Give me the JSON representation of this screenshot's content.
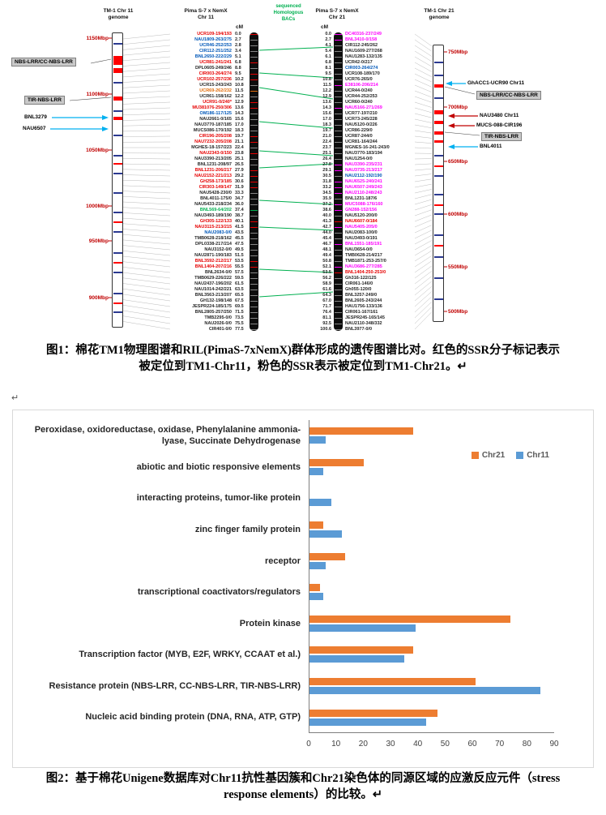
{
  "figure1": {
    "left_genome": {
      "title": "TM-1 Chr 11",
      "subtitle": "genome",
      "scale_labels": [
        "1150Mbp",
        "1100Mbp",
        "1050Mbp",
        "1000Mbp",
        "950Mbp",
        "900Mbp"
      ],
      "bands": [
        {
          "t": 28,
          "h": 11,
          "c": "#ff0000"
        },
        {
          "t": 43,
          "h": 6,
          "c": "#ff0000"
        },
        {
          "t": 78,
          "h": 5,
          "c": "#ff0000"
        },
        {
          "t": 103,
          "h": 4,
          "c": "#ff0000"
        },
        {
          "t": 12,
          "h": 2,
          "c": "#2b3990"
        },
        {
          "t": 60,
          "h": 2,
          "c": "#2b3990"
        },
        {
          "t": 95,
          "h": 2,
          "c": "#2b3990"
        },
        {
          "t": 125,
          "h": 2,
          "c": "#2b3990"
        },
        {
          "t": 150,
          "h": 2,
          "c": "#2b3990"
        },
        {
          "t": 172,
          "h": 2,
          "c": "#2b3990"
        },
        {
          "t": 196,
          "h": 2,
          "c": "#2b3990"
        },
        {
          "t": 220,
          "h": 2,
          "c": "#2b3990"
        },
        {
          "t": 244,
          "h": 2,
          "c": "#2b3990"
        },
        {
          "t": 270,
          "h": 2,
          "c": "#2b3990"
        },
        {
          "t": 294,
          "h": 2,
          "c": "#2b3990"
        },
        {
          "t": 320,
          "h": 2,
          "c": "#2b3990"
        },
        {
          "t": 343,
          "h": 2,
          "c": "#2b3990"
        },
        {
          "t": 160,
          "h": 2,
          "c": "#ff0000"
        },
        {
          "t": 232,
          "h": 2,
          "c": "#ff0000"
        },
        {
          "t": 282,
          "h": 2,
          "c": "#ff0000"
        },
        {
          "t": 332,
          "h": 2,
          "c": "#ff0000"
        }
      ]
    },
    "right_genome": {
      "title": "TM-1 Chr 21",
      "subtitle": "genome",
      "scale_labels": [
        "750Mbp",
        "700Mbp",
        "650Mbp",
        "600Mbp",
        "550Mbp",
        "500Mbp"
      ],
      "bands": [
        {
          "t": 20,
          "h": 2,
          "c": "#2b3990"
        },
        {
          "t": 36,
          "h": 2,
          "c": "#2b3990"
        },
        {
          "t": 48,
          "h": 4,
          "c": "#ff0000"
        },
        {
          "t": 64,
          "h": 2,
          "c": "#2b3990"
        },
        {
          "t": 80,
          "h": 5,
          "c": "#ff0000"
        },
        {
          "t": 93,
          "h": 4,
          "c": "#ff0000"
        },
        {
          "t": 106,
          "h": 4,
          "c": "#ff0000"
        },
        {
          "t": 117,
          "h": 3,
          "c": "#ff0000"
        },
        {
          "t": 135,
          "h": 2,
          "c": "#2b3990"
        },
        {
          "t": 148,
          "h": 2,
          "c": "#ff0000"
        },
        {
          "t": 160,
          "h": 2,
          "c": "#2b3990"
        },
        {
          "t": 183,
          "h": 2,
          "c": "#2b3990"
        },
        {
          "t": 196,
          "h": 2,
          "c": "#ff0000"
        },
        {
          "t": 207,
          "h": 2,
          "c": "#2b3990"
        },
        {
          "t": 233,
          "h": 2,
          "c": "#2b3990"
        },
        {
          "t": 246,
          "h": 2,
          "c": "#ff0000"
        },
        {
          "t": 260,
          "h": 2,
          "c": "#2b3990"
        },
        {
          "t": 286,
          "h": 2,
          "c": "#2b3990"
        },
        {
          "t": 312,
          "h": 2,
          "c": "#2b3990"
        }
      ]
    },
    "chr11_map": {
      "title": "Pima S-7 x NemX",
      "subtitle": "Chr 11",
      "cm_header": "cM",
      "markers": [
        [
          "0.0",
          "UCR109-194/193",
          "red"
        ],
        [
          "2.7",
          "NAU1809-263/275",
          "blue"
        ],
        [
          "2.8",
          "UCR46-252/253",
          "blue"
        ],
        [
          "3.4",
          "CIR112-251/252",
          "blue"
        ],
        [
          "5.1",
          "BNL2650-222/229",
          "blue"
        ],
        [
          "6.8",
          "UCR81-241/241",
          "red"
        ],
        [
          "8.8",
          "DPL0605-249/246",
          "black"
        ],
        [
          "9.5",
          "CIR003-264/274",
          "red"
        ],
        [
          "10.2",
          "UCR102-257/236",
          "red"
        ],
        [
          "10.8",
          "UCR15-243/243",
          "black"
        ],
        [
          "11.5",
          "UCR69-262/232",
          "orange"
        ],
        [
          "12.2",
          "UCR61-158/162",
          "black"
        ],
        [
          "12.9",
          "UCR91-0/240*",
          "red"
        ],
        [
          "13.6",
          "MU381076-250/306",
          "red"
        ],
        [
          "14.3",
          "OM186-117/125",
          "blue"
        ],
        [
          "15.6",
          "NAU2661-0/165",
          "black"
        ],
        [
          "17.0",
          "NAU3770-187/185",
          "black"
        ],
        [
          "18.3",
          "MUCS086-170/192",
          "black"
        ],
        [
          "19.7",
          "CIR196-205/208",
          "red"
        ],
        [
          "21.1",
          "NAU7232-205/208",
          "red"
        ],
        [
          "22.4",
          "MGHES-18-157/223",
          "black"
        ],
        [
          "23.8",
          "NAU2343-0/150",
          "red"
        ],
        [
          "25.1",
          "NAU3390-213/205",
          "black"
        ],
        [
          "26.5",
          "BNL1231-208/97",
          "black"
        ],
        [
          "27.9",
          "BNL1231-206/217",
          "red"
        ],
        [
          "29.2",
          "NAU2152-221/213",
          "red"
        ],
        [
          "30.6",
          "GH258-173/185",
          "red"
        ],
        [
          "31.9",
          "CIR303-149/147",
          "red"
        ],
        [
          "33.3",
          "NAU5428-230/0",
          "black"
        ],
        [
          "34.7",
          "BNL4011-175/0",
          "black"
        ],
        [
          "36.0",
          "NAU5433-218/234",
          "black"
        ],
        [
          "37.4",
          "BNL569-64/202",
          "green"
        ],
        [
          "38.7",
          "NAU3493-189/190",
          "black"
        ],
        [
          "40.1",
          "GH305-122/133",
          "red"
        ],
        [
          "41.5",
          "NAU3115-213/215",
          "red"
        ],
        [
          "43.5",
          "NAU2083-0/0",
          "blue"
        ],
        [
          "45.5",
          "TMB0628-218/162",
          "black"
        ],
        [
          "47.5",
          "DPL0338-217/214",
          "black"
        ],
        [
          "49.5",
          "NAU3152-0/0",
          "black"
        ],
        [
          "51.5",
          "NAU2871-190/183",
          "black"
        ],
        [
          "53.5",
          "BNL3592-212/217",
          "red"
        ],
        [
          "55.5",
          "BNL1404-207/216",
          "red"
        ],
        [
          "57.5",
          "BNL2634-0/0",
          "black"
        ],
        [
          "59.5",
          "TMB0629-226/222",
          "black"
        ],
        [
          "61.5",
          "NAU2437-196/202",
          "black"
        ],
        [
          "63.5",
          "NAU1014-242/221",
          "black"
        ],
        [
          "65.5",
          "BNL3563-213/207",
          "black"
        ],
        [
          "67.5",
          "GH132-198/148",
          "black"
        ],
        [
          "69.5",
          "JESPR224-185/175",
          "black"
        ],
        [
          "71.5",
          "BNL2805-257/250",
          "black"
        ],
        [
          "73.5",
          "TMB2295-0/0",
          "black"
        ],
        [
          "75.5",
          "NAU2026-0/0",
          "black"
        ],
        [
          "77.5",
          "CIR401-0/0",
          "black"
        ]
      ]
    },
    "chr21_map": {
      "title": "Pima S-7 x NemX",
      "subtitle": "Chr 21",
      "cm_header": "cM",
      "markers": [
        [
          "0.0",
          "DC40316-237/249",
          "magenta"
        ],
        [
          "2.7",
          "BNL3410-0/158",
          "magenta"
        ],
        [
          "4.1",
          "CIR112-245/262",
          "black"
        ],
        [
          "5.4",
          "NAU1609-277/268",
          "black"
        ],
        [
          "6.1",
          "NAU1283-132/135",
          "black"
        ],
        [
          "6.8",
          "UCR42-0/217",
          "black"
        ],
        [
          "8.1",
          "CIR003-264/274",
          "blue"
        ],
        [
          "9.5",
          "UCR108-189/170",
          "black"
        ],
        [
          "10.8",
          "UCR76-265/0",
          "black"
        ],
        [
          "11.5",
          "E38106-206/214",
          "magenta"
        ],
        [
          "12.2",
          "UCR44-0/240",
          "black"
        ],
        [
          "12.9",
          "UCR44-252/253",
          "black"
        ],
        [
          "13.6",
          "UCR60-0/240",
          "black"
        ],
        [
          "14.3",
          "NAU5166-271/269",
          "magenta"
        ],
        [
          "15.6",
          "UCR77-197/210",
          "black"
        ],
        [
          "17.0",
          "UCR73-245/228",
          "black"
        ],
        [
          "18.3",
          "NAU5120-0/226",
          "black"
        ],
        [
          "19.7",
          "UCR86-229/0",
          "black"
        ],
        [
          "21.0",
          "UCR87-244/0",
          "black"
        ],
        [
          "22.4",
          "UCR81-164/244",
          "black"
        ],
        [
          "23.7",
          "MGNES-16-241-243/0",
          "black"
        ],
        [
          "25.1",
          "NAU3770-183/194",
          "black"
        ],
        [
          "26.4",
          "NAU1254-0/0",
          "black"
        ],
        [
          "27.8",
          "NAU3390-235/231",
          "magenta"
        ],
        [
          "29.1",
          "NAU3735-213/217",
          "magenta"
        ],
        [
          "30.5",
          "NAU2112-192/190",
          "blue"
        ],
        [
          "31.8",
          "NAU6525-240/241",
          "magenta"
        ],
        [
          "33.2",
          "NAU6507-249/243",
          "magenta"
        ],
        [
          "34.5",
          "NAU2110-248/243",
          "magenta"
        ],
        [
          "35.9",
          "BNL1231-187/6",
          "black"
        ],
        [
          "37.2",
          "MUC5088-176/160",
          "magenta"
        ],
        [
          "38.6",
          "GN288-152/156",
          "magenta"
        ],
        [
          "40.0",
          "NAU5120-200/0",
          "black"
        ],
        [
          "41.3",
          "NAU6607-0/184",
          "red"
        ],
        [
          "42.7",
          "NAU5405-205/0",
          "magenta"
        ],
        [
          "44.0",
          "NAU2083-100/0",
          "black"
        ],
        [
          "45.4",
          "NAU3493-0/191",
          "black"
        ],
        [
          "46.7",
          "BNL1551-185/191",
          "magenta"
        ],
        [
          "48.1",
          "NAU3654-0/0",
          "black"
        ],
        [
          "49.4",
          "TMB0628-214/217",
          "black"
        ],
        [
          "50.8",
          "TMB1871-253-257/0",
          "black"
        ],
        [
          "52.1",
          "NAU3686-277/285",
          "magenta"
        ],
        [
          "53.5",
          "BNL1404-250-253/0",
          "red"
        ],
        [
          "56.2",
          "Gh316-122/125",
          "black"
        ],
        [
          "58.9",
          "CIR061-146/0",
          "black"
        ],
        [
          "61.6",
          "Gh055-120/0",
          "black"
        ],
        [
          "64.3",
          "BNL3257-249/0",
          "black"
        ],
        [
          "67.0",
          "BNL2605-243/244",
          "black"
        ],
        [
          "71.7",
          "HAU1756-133/136",
          "black"
        ],
        [
          "76.4",
          "CIR061-167/161",
          "black"
        ],
        [
          "81.1",
          "JESPR245-165/145",
          "black"
        ],
        [
          "92.5",
          "NAU2110-348/332",
          "black"
        ],
        [
          "100.6",
          "BNL3977-0/0",
          "black"
        ]
      ]
    },
    "bac_label": {
      "line1": "sequenced",
      "line2": "Homologous",
      "line3": "BACs"
    },
    "annotations_left": {
      "nbs_box": "NBS-LRR/CC-NBS-LRR",
      "tir_box": "TIR-NBS-LRR",
      "bnl3279": "BNL3279",
      "nau6507": "NAU6507"
    },
    "annotations_right": {
      "ghacc1": "GhACC1-UCR90 Chr11",
      "nbs_box": "NBS-LRR/CC-NBS-LRR",
      "nau3480": "NAU3480  Chr11",
      "mucs": "MUCS-088-CIR196",
      "tir_box": "TIR-NBS-LRR",
      "bnl4011": "BNL4011"
    },
    "bac_links": [
      [
        62,
        58
      ],
      [
        90,
        96
      ],
      [
        108,
        122
      ],
      [
        150,
        158
      ],
      [
        186,
        192
      ],
      [
        207,
        202
      ],
      [
        247,
        252
      ],
      [
        280,
        284
      ],
      [
        332,
        336
      ],
      [
        366,
        360
      ]
    ],
    "marker_colors": {
      "red": "#e60000",
      "blue": "#0057b8",
      "black": "#262626",
      "magenta": "#ff00ff",
      "orange": "#e36c0a",
      "green": "#00b050"
    }
  },
  "caption1": {
    "line1": "图1：棉花TM1物理图谱和RIL(PimaS-7xNemX)群体形成的遗传图谱比对。红色的SSR分子标记表示",
    "line2": "被定位到TM1-Chr11，粉色的SSR表示被定位到TM1-Chr21。↵"
  },
  "stray_mark": "↵",
  "chart_data": {
    "type": "bar",
    "orientation": "horizontal",
    "title": "",
    "xlabel": "",
    "ylabel": "",
    "categories": [
      "Peroxidase,  oxidoreductase, oxidase, Phenylalanine ammonia-lyase, Succinate Dehydrogenase",
      "abiotic and biotic responsive elements",
      "interacting proteins, tumor-like protein",
      "zinc finger family protein",
      "receptor",
      "transcriptional coactivators/regulators",
      "Protein kinase",
      "Transcription factor (MYB, E2F, WRKY, CCAAT et al.)",
      "Resistance protein (NBS-LRR, CC-NBS-LRR, TIR-NBS-LRR)",
      "Nucleic acid binding protein (DNA, RNA, ATP, GTP)"
    ],
    "series": [
      {
        "name": "Chr21",
        "color": "#ED7D31",
        "values": [
          38,
          20,
          0,
          5,
          13,
          4,
          74,
          38,
          61,
          47
        ]
      },
      {
        "name": "Chr11",
        "color": "#5B9BD5",
        "values": [
          6,
          5,
          8,
          12,
          6,
          5,
          39,
          35,
          85,
          43
        ]
      }
    ],
    "xlim": [
      0,
      90
    ],
    "xticks": [
      0,
      10,
      20,
      30,
      40,
      50,
      60,
      70,
      80,
      90
    ],
    "legend_position": "top-right",
    "grid": false
  },
  "caption2": {
    "line1": "图2：基于棉花Unigene数据库对Chr11抗性基因簇和Chr21染色体的同源区域的应激反应元件（stress",
    "line2": "response elements）的比较。↵"
  }
}
